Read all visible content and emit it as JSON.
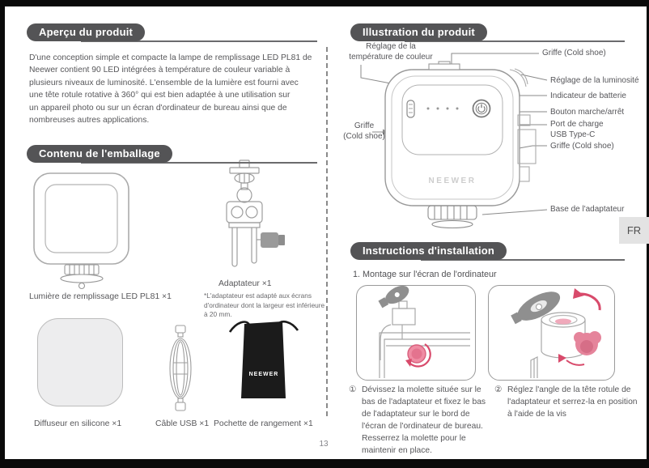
{
  "page": {
    "number": "13",
    "lang_tab": "FR"
  },
  "colors": {
    "accent_pink": "#d84a6b",
    "heading_bg": "#545456",
    "pouch_black": "#1b1b1b"
  },
  "sections": {
    "overview": {
      "heading": "Aperçu du produit",
      "body": "D'une conception simple et compacte la lampe de remplissage LED PL81 de\nNeewer contient 90 LED intégrées à température de couleur variable à\nplusieurs niveaux de luminosité.  L'ensemble de la lumière est fourni avec\nune tête rotule rotative à 360° qui est bien adaptée à une utilisation sur\nun appareil photo ou sur un écran d'ordinateur de bureau ainsi que de\nnombreuses autres applications."
    },
    "contents": {
      "heading": "Contenu de l'emballage",
      "light_caption": "Lumière de remplissage LED PL81  ×1",
      "adapter_caption": "Adaptateur  ×1",
      "adapter_note": "*L'adaptateur est adapté aux écrans\nd'ordinateur dont la largeur est inférieure\nà 20 mm.",
      "diffuser_caption": "Diffuseur en silicone  ×1",
      "cable_caption": "Câble USB  ×1",
      "pouch_caption": "Pochette de rangement  ×1",
      "pouch_brand": "NEEWER"
    },
    "illustration": {
      "heading": "Illustration du produit",
      "device_brand": "NEEWER",
      "labels": {
        "temp": "Réglage de la\ntempérature de couleur",
        "cold_shoe_top": "Griffe (Cold shoe)",
        "brightness": "Réglage de la luminosité",
        "battery": "Indicateur de batterie",
        "power": "Bouton marche/arrêt",
        "charge_port": "Port de charge\nUSB Type-C",
        "cold_shoe_right": "Griffe (Cold shoe)",
        "cold_shoe_left": "Griffe\n(Cold shoe)",
        "adapter_base": "Base de l'adaptateur"
      }
    },
    "installation": {
      "heading": "Instructions d'installation",
      "subtitle": "1. Montage sur l'écran de l'ordinateur",
      "steps": [
        {
          "num": "①",
          "text": "Dévissez la molette située sur le\nbas de l'adaptateur et fixez le bas\nde l'adaptateur  sur le bord de\nl'écran de l'ordinateur de bureau.\nResserrez la molette pour le\nmaintenir en place."
        },
        {
          "num": "②",
          "text": "Réglez l'angle de la tête rotule de\nl'adaptateur et serrez-la en position\nà l'aide de la vis"
        }
      ]
    }
  }
}
